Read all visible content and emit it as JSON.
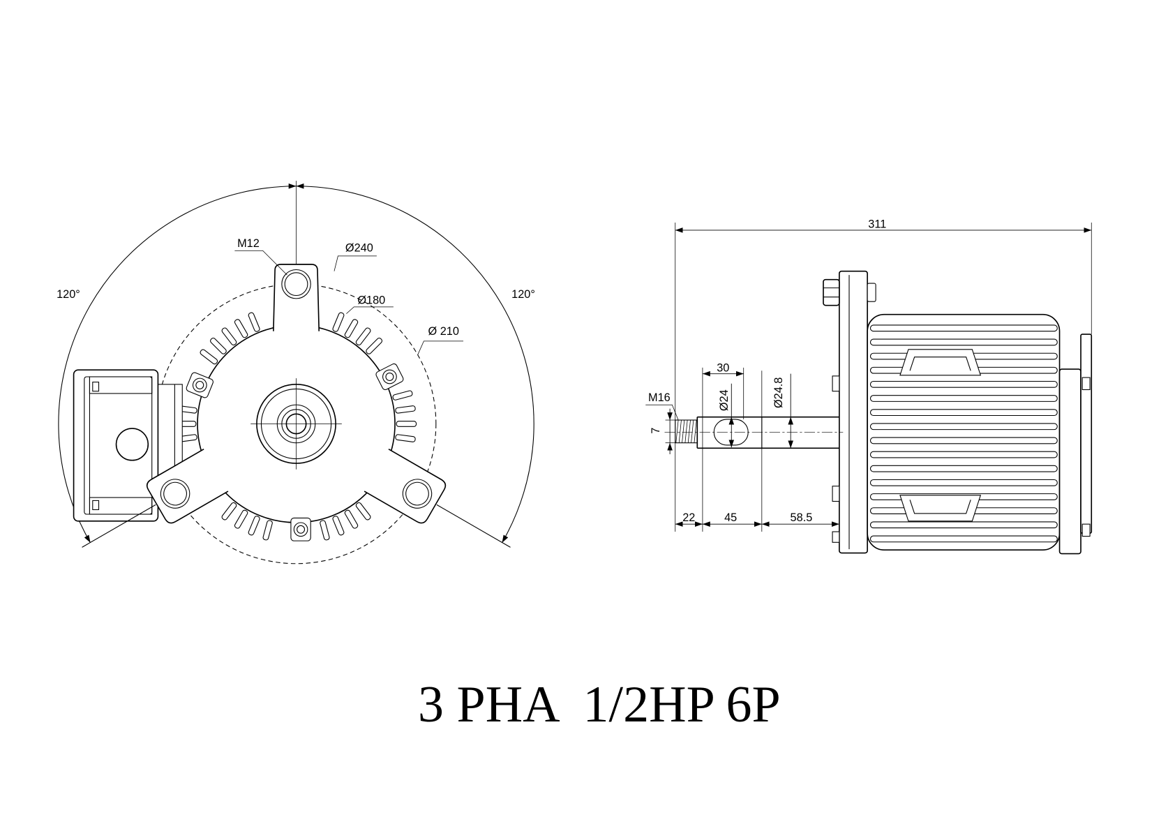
{
  "end_view": {
    "angle_left": "120°",
    "angle_right": "120°",
    "bolt_thread": "M12",
    "dia_240": "Ø240",
    "dia_180": "Ø180",
    "dia_210": "Ø 210"
  },
  "side_view": {
    "overall_length": "311",
    "thread_length": "30",
    "thread_size": "M16",
    "dia_24": "Ø24",
    "dia_24_8": "Ø24.8",
    "dim_7": "7",
    "dim_22": "22",
    "dim_45": "45",
    "dim_58_5": "58.5"
  },
  "title": "3 PHA  1/2HP 6P",
  "colors": {
    "line": "#000000",
    "background": "#ffffff"
  }
}
